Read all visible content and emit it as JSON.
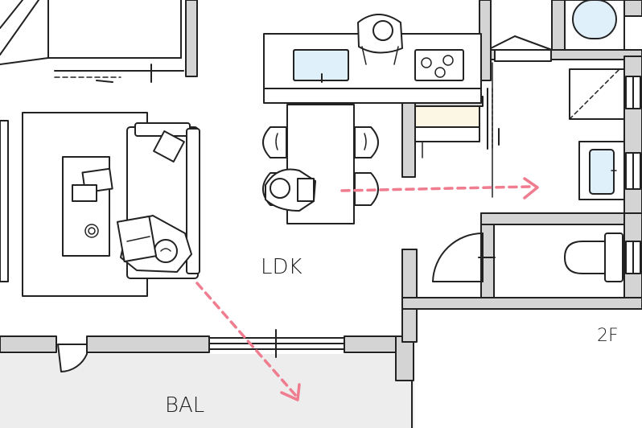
{
  "plan": {
    "room_label": "LDK",
    "balcony_label": "BAL",
    "floor_label": "2F",
    "colors": {
      "wall": "#d4d4d4",
      "stroke": "#222222",
      "arrow": "#ef7d8f",
      "water": "#dff0fa",
      "furniture_accent": "#fbf7e4",
      "balcony": "#ededed"
    },
    "icons": [
      "person-icon",
      "sofa-icon",
      "sink-icon",
      "stove-icon",
      "toilet-icon",
      "bathtub-icon",
      "dining-table-icon",
      "door-swing-icon",
      "arrow-icon"
    ]
  }
}
